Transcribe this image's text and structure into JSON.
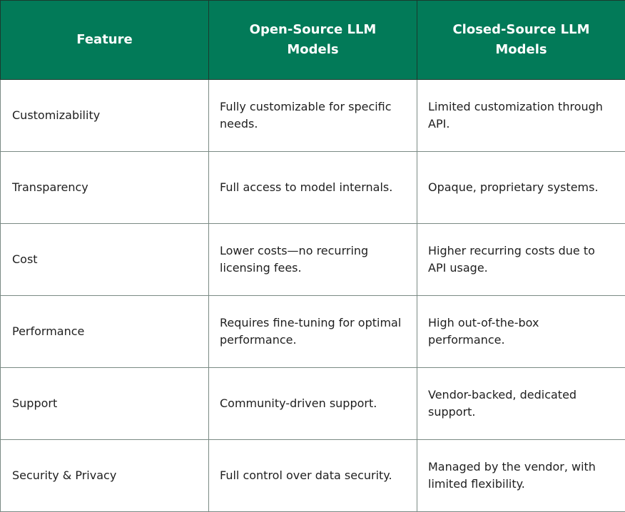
{
  "header": {
    "feature": "Feature",
    "open_source": "Open-Source LLM Models",
    "closed_source": "Closed-Source LLM Models"
  },
  "rows": [
    {
      "feature": "Customizability",
      "open_source": "Fully customizable for specific needs.",
      "closed_source": "Limited customization through API."
    },
    {
      "feature": "Transparency",
      "open_source": "Full access to model internals.",
      "closed_source": "Opaque, proprietary systems."
    },
    {
      "feature": "Cost",
      "open_source": "Lower costs—no recurring licensing fees.",
      "closed_source": "Higher recurring costs due to API usage."
    },
    {
      "feature": "Performance",
      "open_source": "Requires fine-tuning for optimal performance.",
      "closed_source": "High out-of-the-box performance."
    },
    {
      "feature": "Support",
      "open_source": "Community-driven support.",
      "closed_source": "Vendor-backed, dedicated support."
    },
    {
      "feature": "Security & Privacy",
      "open_source": "Full control over data security.",
      "closed_source": "Managed by the vendor, with limited flexibility."
    }
  ],
  "colors": {
    "header_background": "#027A58",
    "header_text": "#ffffff",
    "body_text": "#1f1f1f",
    "grid_line": "#7a8a84"
  }
}
